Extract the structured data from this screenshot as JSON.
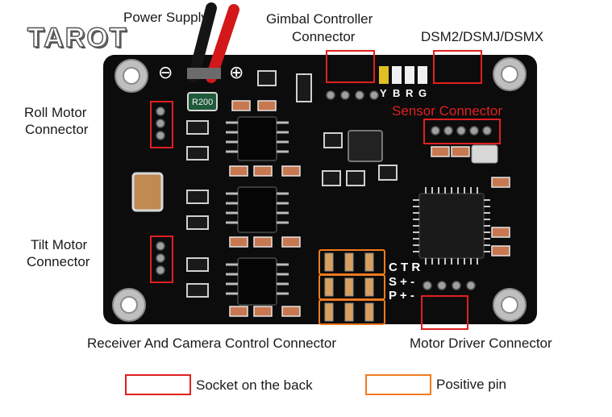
{
  "brand": "TAROT",
  "labels": {
    "power_supply": "Power Supply",
    "gimbal_line1": "Gimbal Controller",
    "gimbal_line2": "Connector",
    "dsm": "DSM2/DSMJ/DSMX",
    "sensor": "Sensor Connector",
    "roll_line1": "Roll Motor",
    "roll_line2": "Connector",
    "tilt_line1": "Tilt Motor",
    "tilt_line2": "Connector",
    "receiver": "Receiver And Camera Control Connector",
    "motor_driver": "Motor Driver Connector",
    "pin_yellow": "Y",
    "pin_b": "B",
    "pin_r": "R",
    "pin_g": "G",
    "row_ctr": "C T R",
    "row_s": "S + -",
    "row_p": "P + -",
    "resistor": "R200",
    "minus_sign": "⊖",
    "plus_sign": "⊕"
  },
  "legend": {
    "socket": "Socket on the back",
    "positive": "Positive pin"
  },
  "colors": {
    "board": "#0c0c0c",
    "socket_outline": "#e02020",
    "positive_outline": "#f07a20"
  }
}
